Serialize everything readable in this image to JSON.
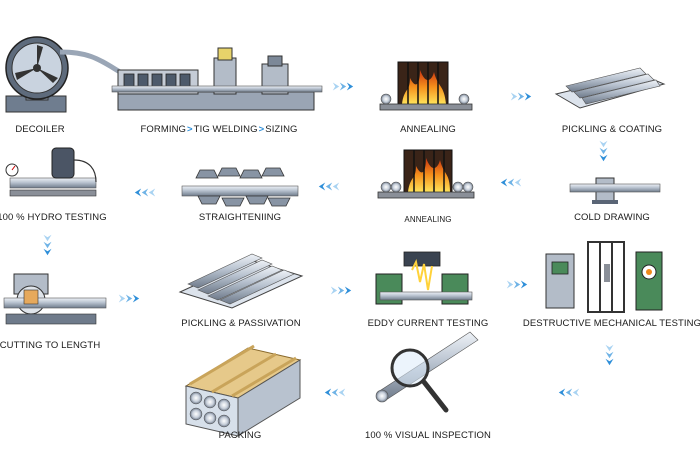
{
  "steps": {
    "decoiler": "DECOILER",
    "forming": "FORMING",
    "tig_welding": "TIG WELDING",
    "sizing": "SIZING",
    "annealing_1": "ANNEALING",
    "pickling_coating": "PICKLING & COATING",
    "cold_drawing": "COLD DRAWING",
    "annealing_2": "ANNEALING",
    "straightening": "STRAIGHTENIING",
    "hydro_testing": "100 % HYDRO TESTING",
    "cutting": "CUTTING TO LENGTH",
    "pickling_passivation": "PICKLING & PASSIVATION",
    "eddy_current": "EDDY CURRENT TESTING",
    "destructive_testing": "DESTRUCTIVE MECHANICAL TESTING",
    "visual_inspection": "100 % VISUAL INSPECTION",
    "packing": "PACKING"
  },
  "separator": ">",
  "colors": {
    "arrow": "#2f8fd9",
    "arrow_light": "#a9d3f2",
    "fire": "#f08a1c",
    "fire_core": "#ffd23a",
    "furnace": "#3a2418",
    "pipe": "#c8d0dc",
    "machine_green": "#4a8a5a",
    "wood": "#e6c98a"
  }
}
